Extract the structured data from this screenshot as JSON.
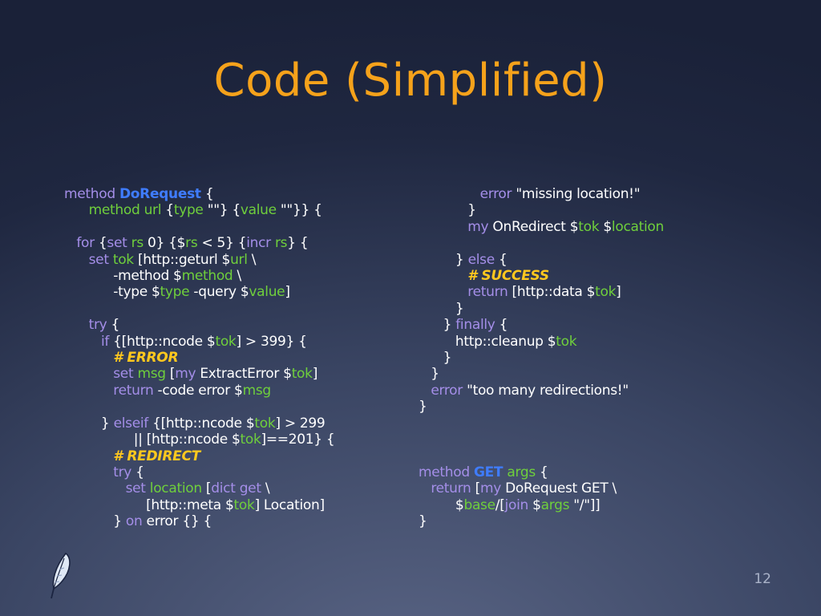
{
  "slide": {
    "title": "Code (Simplified)",
    "page_number": "12",
    "logo_icon": "feather-icon"
  },
  "colors": {
    "title": "#f5a21b",
    "keyword": "#a48ee8",
    "variable": "#6fcf3c",
    "proc_name": "#3f7cff",
    "comment": "#ffc81e",
    "text": "#ffffff"
  },
  "code_left": [
    [
      [
        "k",
        "method "
      ],
      [
        "b",
        "DoRequest"
      ],
      [
        "t",
        " {"
      ]
    ],
    [
      [
        "t",
        "      "
      ],
      [
        "g",
        "method url "
      ],
      [
        "t",
        "{"
      ],
      [
        "g",
        "type"
      ],
      [
        "t",
        " \"\"} {"
      ],
      [
        "g",
        "value"
      ],
      [
        "t",
        " \"\"}} {"
      ]
    ],
    [],
    [
      [
        "t",
        "   "
      ],
      [
        "k",
        "for"
      ],
      [
        "t",
        " {"
      ],
      [
        "k",
        "set"
      ],
      [
        "t",
        " "
      ],
      [
        "g",
        "rs"
      ],
      [
        "t",
        " 0} {$"
      ],
      [
        "g",
        "rs"
      ],
      [
        "t",
        " < 5} {"
      ],
      [
        "k",
        "incr"
      ],
      [
        "t",
        " "
      ],
      [
        "g",
        "rs"
      ],
      [
        "t",
        "} {"
      ]
    ],
    [
      [
        "t",
        "      "
      ],
      [
        "k",
        "set"
      ],
      [
        "t",
        " "
      ],
      [
        "g",
        "tok"
      ],
      [
        "t",
        " [http::geturl $"
      ],
      [
        "g",
        "url"
      ],
      [
        "t",
        " \\"
      ]
    ],
    [
      [
        "t",
        "            -method $"
      ],
      [
        "g",
        "method"
      ],
      [
        "t",
        " \\"
      ]
    ],
    [
      [
        "t",
        "            -type $"
      ],
      [
        "g",
        "type"
      ],
      [
        "t",
        " -query $"
      ],
      [
        "g",
        "value"
      ],
      [
        "t",
        "]"
      ]
    ],
    [],
    [
      [
        "t",
        "      "
      ],
      [
        "k",
        "try"
      ],
      [
        "t",
        " {"
      ]
    ],
    [
      [
        "t",
        "         "
      ],
      [
        "k",
        "if"
      ],
      [
        "t",
        " {[http::ncode $"
      ],
      [
        "g",
        "tok"
      ],
      [
        "t",
        "] > 399} {"
      ]
    ],
    [
      [
        "t",
        "            "
      ],
      [
        "c",
        "# ERROR"
      ]
    ],
    [
      [
        "t",
        "            "
      ],
      [
        "k",
        "set"
      ],
      [
        "t",
        " "
      ],
      [
        "g",
        "msg"
      ],
      [
        "t",
        " ["
      ],
      [
        "k",
        "my"
      ],
      [
        "t",
        " ExtractError $"
      ],
      [
        "g",
        "tok"
      ],
      [
        "t",
        "]"
      ]
    ],
    [
      [
        "t",
        "            "
      ],
      [
        "k",
        "return"
      ],
      [
        "t",
        " -code error $"
      ],
      [
        "g",
        "msg"
      ]
    ],
    [],
    [
      [
        "t",
        "         } "
      ],
      [
        "k",
        "elseif"
      ],
      [
        "t",
        " {[http::ncode $"
      ],
      [
        "g",
        "tok"
      ],
      [
        "t",
        "] > 299"
      ]
    ],
    [
      [
        "t",
        "                 || [http::ncode $"
      ],
      [
        "g",
        "tok"
      ],
      [
        "t",
        "]==201} {"
      ]
    ],
    [
      [
        "t",
        "            "
      ],
      [
        "c",
        "# REDIRECT"
      ]
    ],
    [
      [
        "t",
        "            "
      ],
      [
        "k",
        "try"
      ],
      [
        "t",
        " {"
      ]
    ],
    [
      [
        "t",
        "               "
      ],
      [
        "k",
        "set"
      ],
      [
        "t",
        " "
      ],
      [
        "g",
        "location"
      ],
      [
        "t",
        " ["
      ],
      [
        "k",
        "dict get"
      ],
      [
        "t",
        " \\"
      ]
    ],
    [
      [
        "t",
        "                    [http::meta $"
      ],
      [
        "g",
        "tok"
      ],
      [
        "t",
        "] Location]"
      ]
    ],
    [
      [
        "t",
        "            } "
      ],
      [
        "k",
        "on"
      ],
      [
        "t",
        " error {} {"
      ]
    ]
  ],
  "code_right": [
    [
      [
        "t",
        "               "
      ],
      [
        "k",
        "error"
      ],
      [
        "t",
        " \"missing location!\""
      ]
    ],
    [
      [
        "t",
        "            }"
      ]
    ],
    [
      [
        "t",
        "            "
      ],
      [
        "k",
        "my"
      ],
      [
        "t",
        " OnRedirect $"
      ],
      [
        "g",
        "tok"
      ],
      [
        "t",
        " $"
      ],
      [
        "g",
        "location"
      ]
    ],
    [],
    [
      [
        "t",
        "         } "
      ],
      [
        "k",
        "else"
      ],
      [
        "t",
        " {"
      ]
    ],
    [
      [
        "t",
        "            "
      ],
      [
        "c",
        "# SUCCESS"
      ]
    ],
    [
      [
        "t",
        "            "
      ],
      [
        "k",
        "return"
      ],
      [
        "t",
        " [http::data $"
      ],
      [
        "g",
        "tok"
      ],
      [
        "t",
        "]"
      ]
    ],
    [
      [
        "t",
        "         }"
      ]
    ],
    [
      [
        "t",
        "      } "
      ],
      [
        "k",
        "finally"
      ],
      [
        "t",
        " {"
      ]
    ],
    [
      [
        "t",
        "         http::cleanup $"
      ],
      [
        "g",
        "tok"
      ]
    ],
    [
      [
        "t",
        "      }"
      ]
    ],
    [
      [
        "t",
        "   }"
      ]
    ],
    [
      [
        "t",
        "   "
      ],
      [
        "k",
        "error"
      ],
      [
        "t",
        " \"too many redirections!\""
      ]
    ],
    [
      [
        "t",
        "}"
      ]
    ],
    [],
    [],
    [],
    [
      [
        "k",
        "method"
      ],
      [
        "t",
        " "
      ],
      [
        "b",
        "GET"
      ],
      [
        "t",
        " "
      ],
      [
        "g",
        "args"
      ],
      [
        "t",
        " {"
      ]
    ],
    [
      [
        "t",
        "   "
      ],
      [
        "k",
        "return"
      ],
      [
        "t",
        " ["
      ],
      [
        "k",
        "my"
      ],
      [
        "t",
        " DoRequest GET \\"
      ]
    ],
    [
      [
        "t",
        "         $"
      ],
      [
        "g",
        "base"
      ],
      [
        "t",
        "/["
      ],
      [
        "k",
        "join"
      ],
      [
        "t",
        " $"
      ],
      [
        "g",
        "args"
      ],
      [
        "t",
        " \"/\"]]"
      ]
    ],
    [
      [
        "t",
        "}"
      ]
    ]
  ]
}
